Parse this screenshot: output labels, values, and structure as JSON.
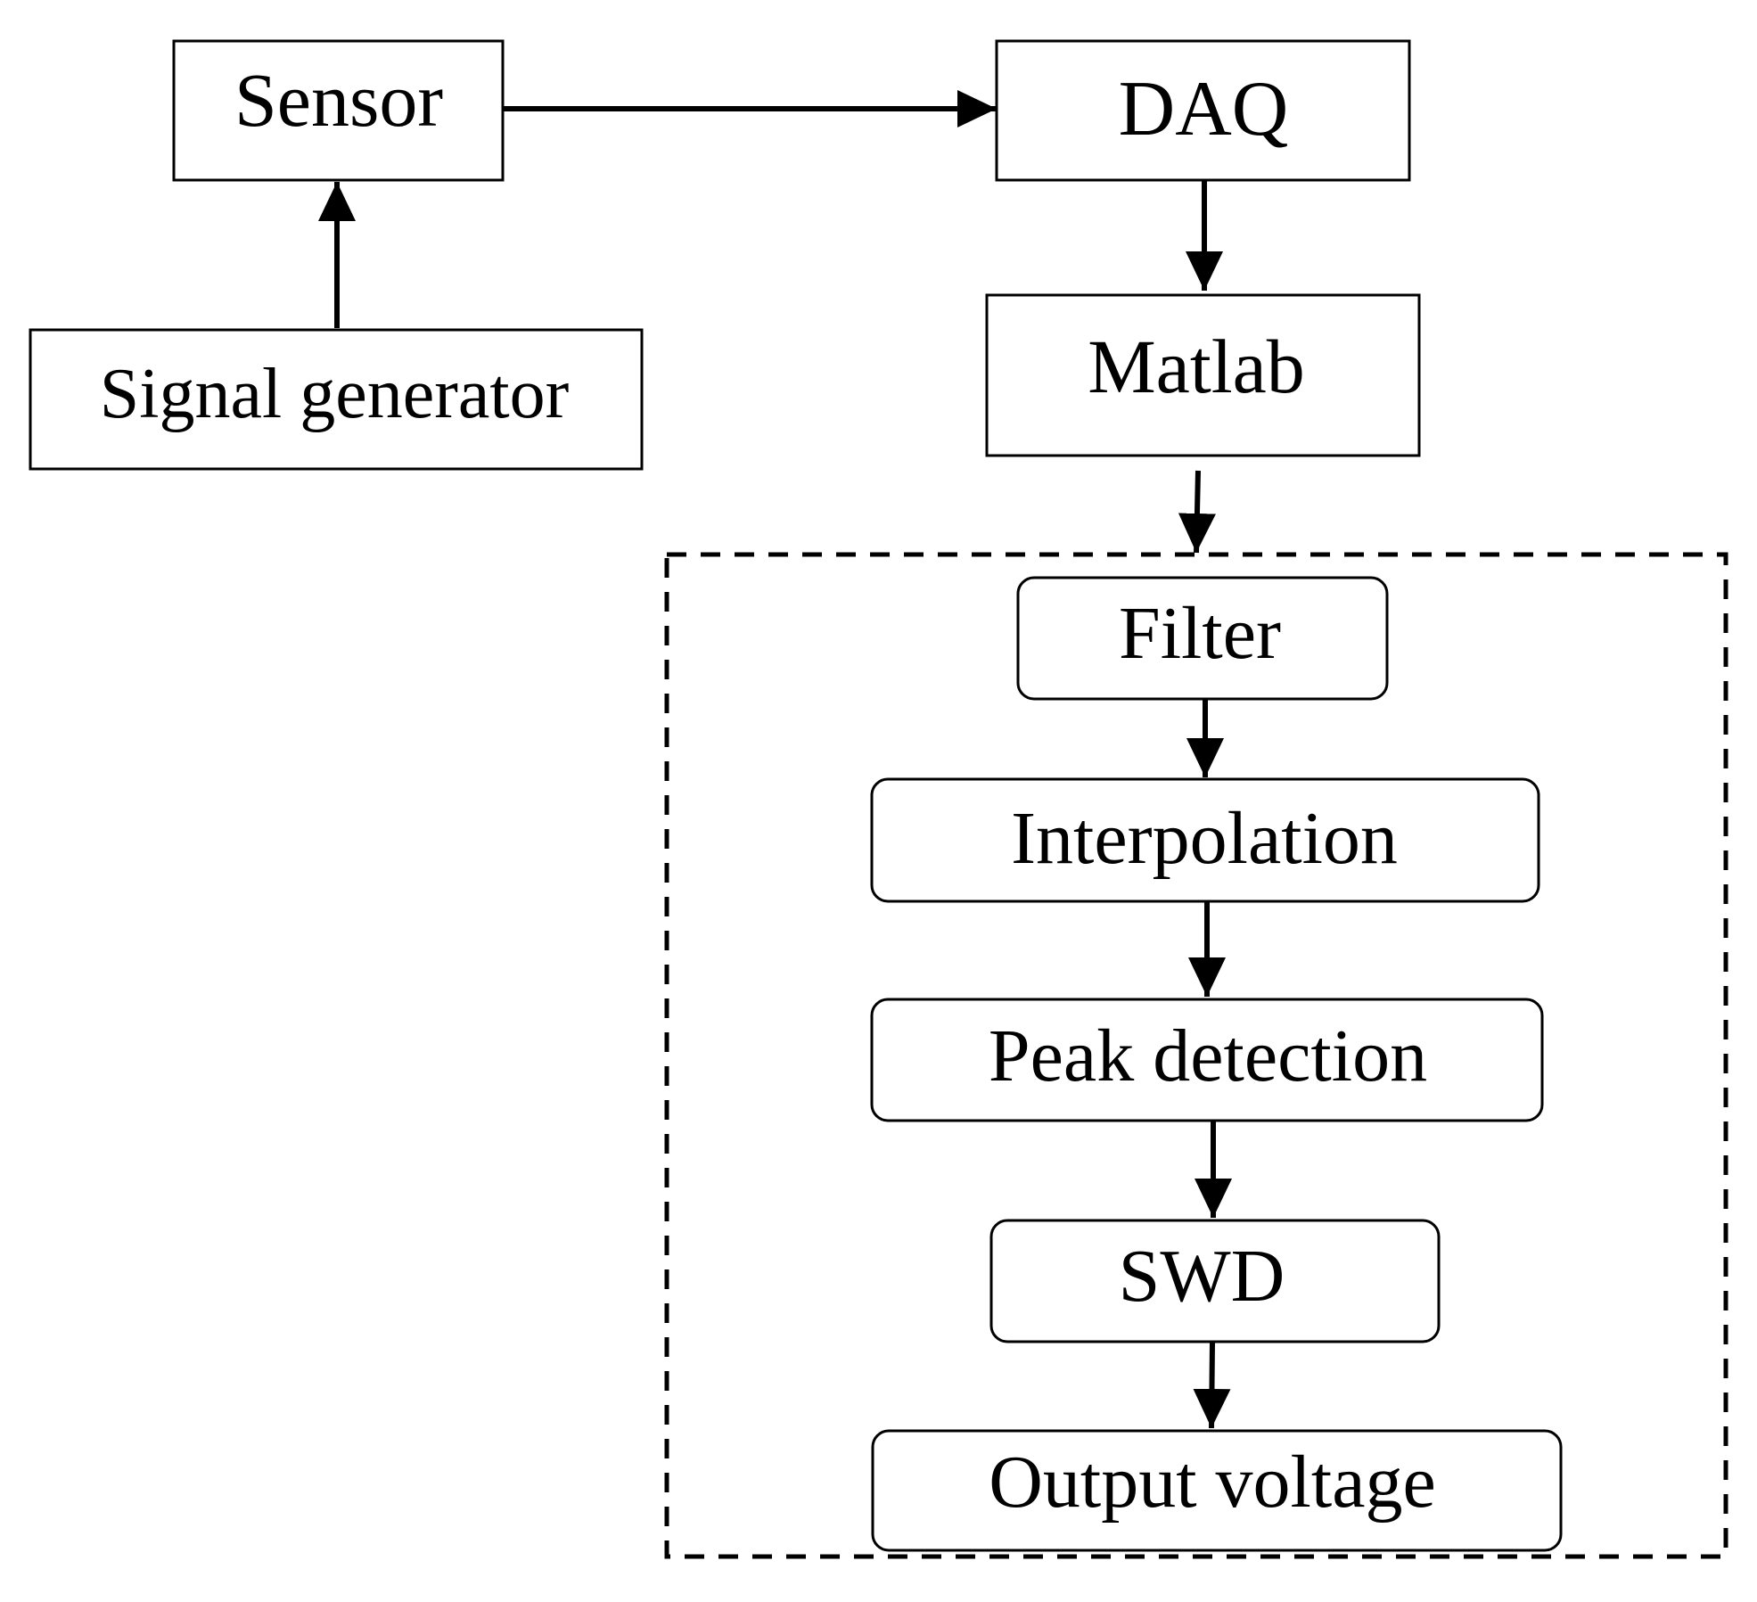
{
  "diagram": {
    "nodes": {
      "sensor": {
        "label": "Sensor"
      },
      "daq": {
        "label": "DAQ"
      },
      "signal_generator": {
        "label": "Signal generator"
      },
      "matlab": {
        "label": "Matlab"
      },
      "filter": {
        "label": "Filter"
      },
      "interpolation": {
        "label": "Interpolation"
      },
      "peak_detection": {
        "label": "Peak detection"
      },
      "swd": {
        "label": "SWD"
      },
      "output_voltage": {
        "label": "Output voltage"
      }
    },
    "edges": [
      {
        "from": "signal_generator",
        "to": "sensor"
      },
      {
        "from": "sensor",
        "to": "daq"
      },
      {
        "from": "daq",
        "to": "matlab"
      },
      {
        "from": "matlab",
        "to": "filter"
      },
      {
        "from": "filter",
        "to": "interpolation"
      },
      {
        "from": "interpolation",
        "to": "peak_detection"
      },
      {
        "from": "peak_detection",
        "to": "swd"
      },
      {
        "from": "swd",
        "to": "output_voltage"
      }
    ]
  }
}
